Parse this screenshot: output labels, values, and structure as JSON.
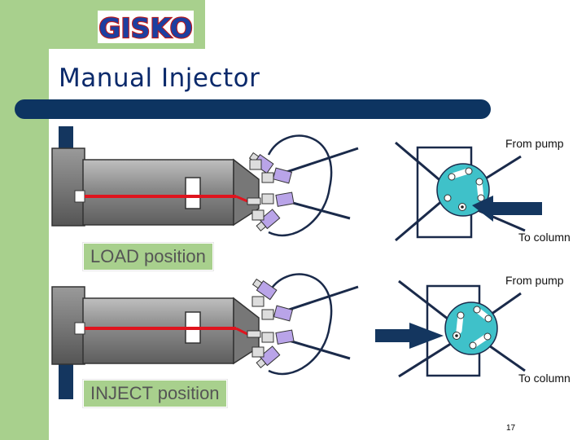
{
  "logo": {
    "text": "GISKO"
  },
  "title": "Manual Injector",
  "load": {
    "position_label": "LOAD position",
    "from_pump": "From pump",
    "to_column": "To column"
  },
  "inject": {
    "position_label": "INJECT position",
    "from_pump": "From pump",
    "to_column": "To column"
  },
  "page_number": "17",
  "colors": {
    "green_band": "#a8d08d",
    "title_bar": "#0d3461",
    "title_text": "#0b2a6b",
    "barrel": "#8c8c8c",
    "red_line": "#e0141e",
    "valve_cyan": "#3fc1c9",
    "port_lavender": "#b9a4e8",
    "pipe": "#1a2a4a"
  }
}
